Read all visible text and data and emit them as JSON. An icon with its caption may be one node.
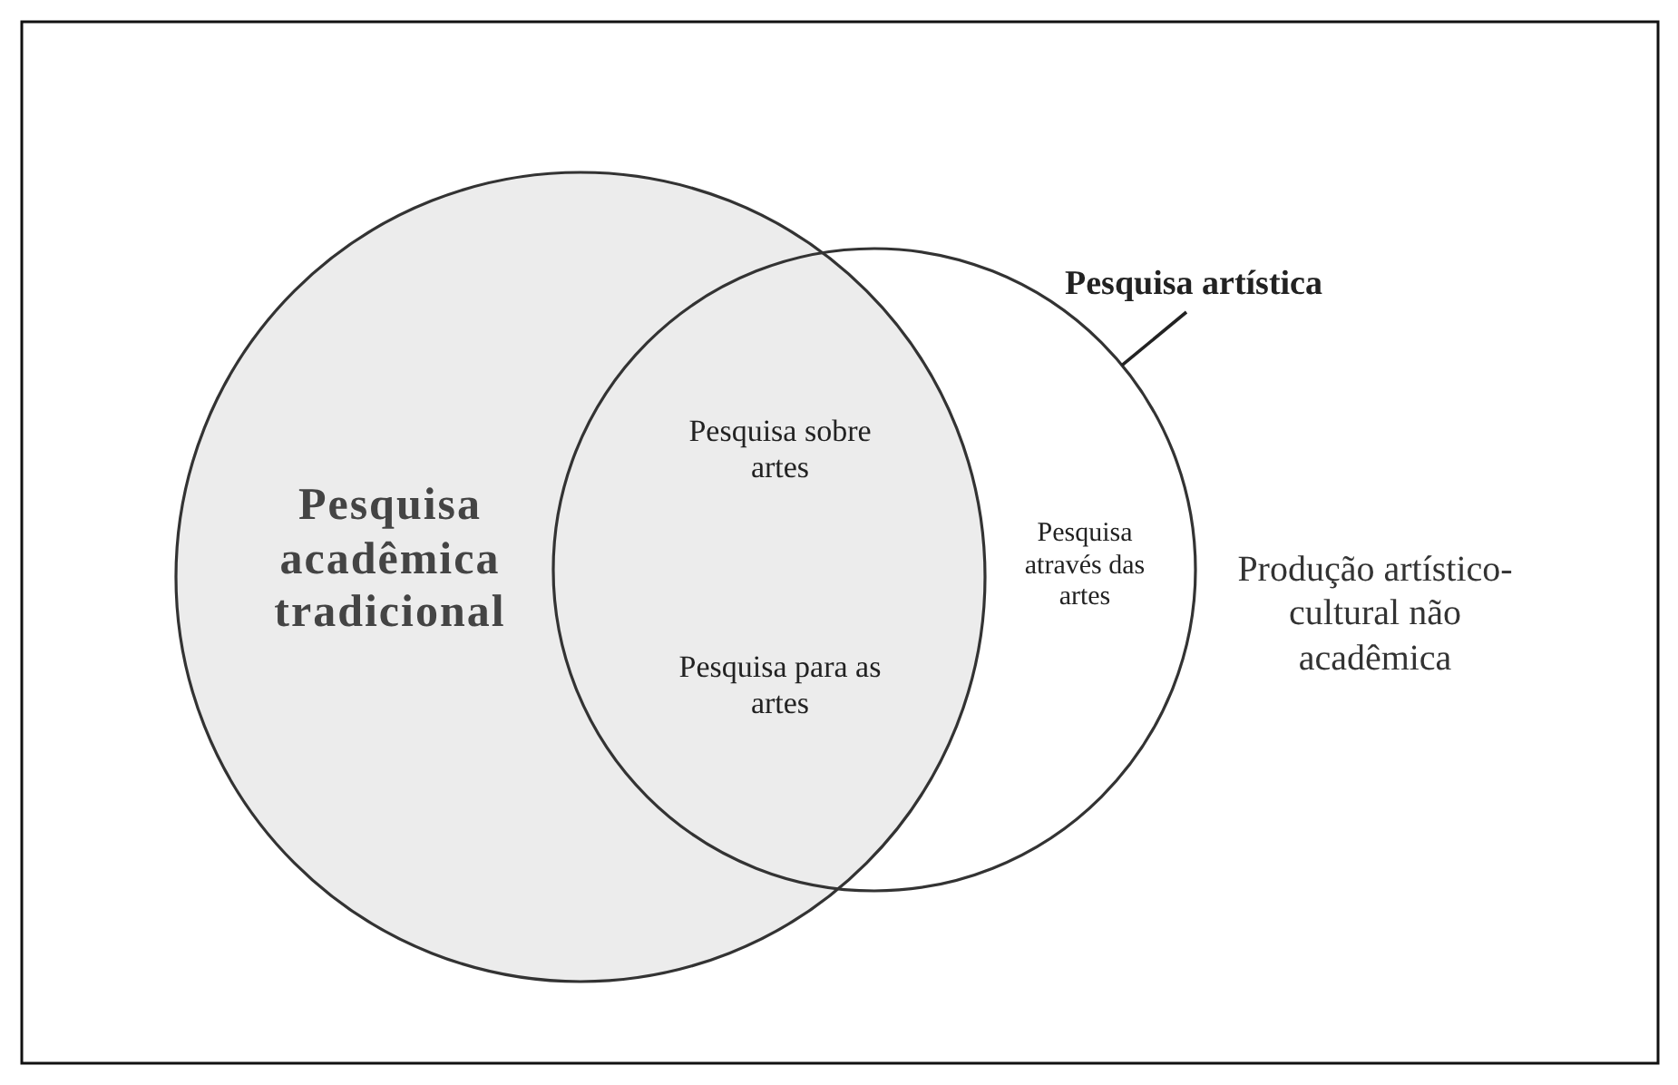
{
  "diagram": {
    "nodes": [
      {
        "text": [
          "Pesquisa acadêmica tradicional"
        ]
      },
      {
        "text": [],
        "shape": "circle"
      },
      {
        "text": [
          "Pesquisa sobre artes"
        ]
      },
      {
        "text": [
          "Pesquisa para as artes"
        ]
      },
      {
        "text": [
          "Pesquisa através das artes"
        ],
        "in": 1
      },
      {
        "text": [
          "Pesquisa artística"
        ]
      }
    ],
    "edges": [
      {
        "from": 5,
        "to": 1,
        "arrow": "none"
      }
    ],
    "labels": [
      "Produção artístico-cultural não acadêmica"
    ]
  }
}
